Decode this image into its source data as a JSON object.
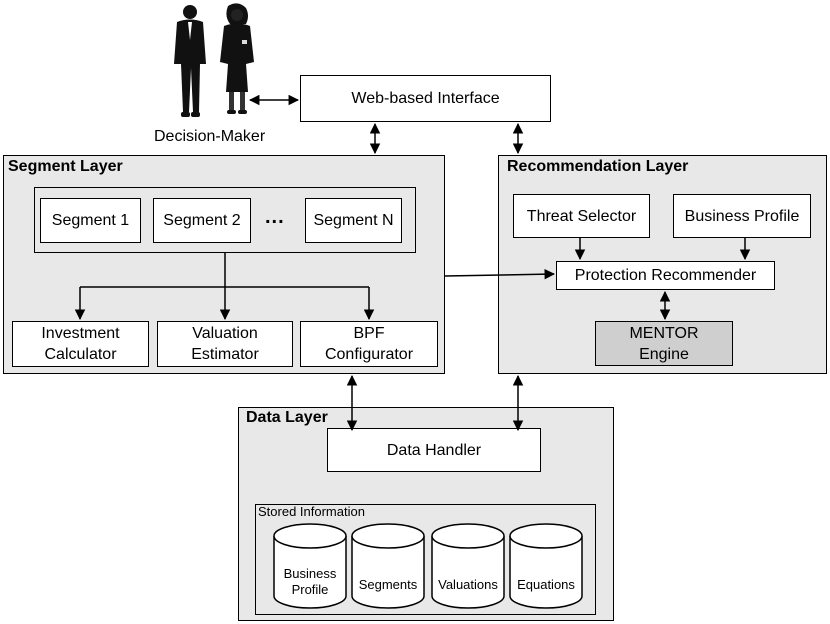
{
  "actor": {
    "label": "Decision-Maker",
    "icon": "business-people-icon"
  },
  "web_interface": {
    "label": "Web-based Interface"
  },
  "segment_layer": {
    "title": "Segment Layer",
    "segments": [
      "Segment 1",
      "Segment 2",
      "Segment N"
    ],
    "ellipsis": "...",
    "components": [
      {
        "line1": "Investment",
        "line2": "Calculator"
      },
      {
        "line1": "Valuation",
        "line2": "Estimator"
      },
      {
        "line1": "BPF",
        "line2": "Configurator"
      }
    ]
  },
  "recommendation_layer": {
    "title": "Recommendation Layer",
    "threat_selector": "Threat Selector",
    "business_profile": "Business Profile",
    "protection_recommender": "Protection Recommender",
    "mentor_engine": {
      "line1": "MENTOR",
      "line2": "Engine"
    }
  },
  "data_layer": {
    "title": "Data Layer",
    "data_handler": "Data Handler",
    "stored_information": {
      "title": "Stored Information",
      "stores": [
        {
          "line1": "Business",
          "line2": "Profile"
        },
        {
          "line1": "Segments",
          "line2": ""
        },
        {
          "line1": "Valuations",
          "line2": ""
        },
        {
          "line1": "Equations",
          "line2": ""
        }
      ]
    }
  },
  "colors": {
    "layer_fill": "#e8e8e8",
    "engine_fill": "#cfcfcf",
    "stroke": "#000000"
  }
}
